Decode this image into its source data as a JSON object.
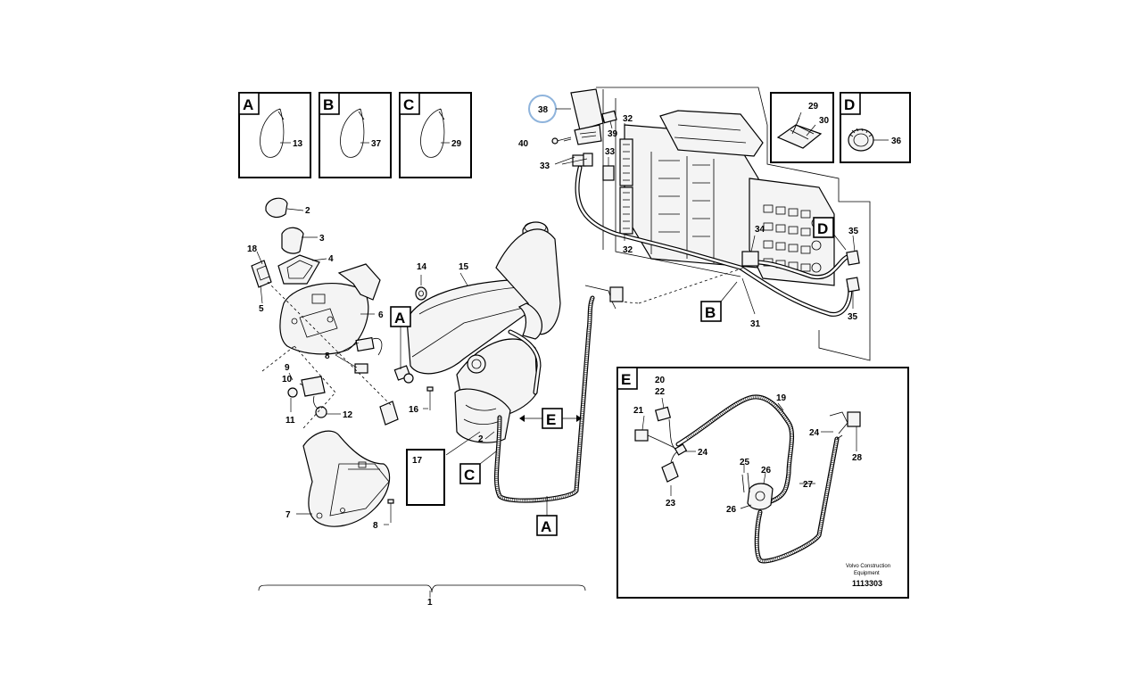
{
  "legend_boxes": {
    "A": {
      "letter": "A",
      "part": "13"
    },
    "B": {
      "letter": "B",
      "part": "37"
    },
    "C": {
      "letter": "C",
      "part": "29"
    },
    "D": {
      "letter": "D",
      "part": "36"
    },
    "detail_29_30": {
      "part_a": "29",
      "part_b": "30"
    }
  },
  "callouts": {
    "A1": "A",
    "A2": "A",
    "B": "B",
    "C": "C",
    "D": "D",
    "E": "E",
    "E_detail": "E"
  },
  "part_numbers": {
    "p1": "1",
    "p2": "2",
    "p2b": "2",
    "p3": "3",
    "p4": "4",
    "p5": "5",
    "p6": "6",
    "p7": "7",
    "p8a": "8",
    "p8b": "8",
    "p9": "9",
    "p10": "10",
    "p11": "11",
    "p12": "12",
    "p14": "14",
    "p15": "15",
    "p16": "16",
    "p17": "17",
    "p18": "18",
    "p19": "19",
    "p20": "20",
    "p21": "21",
    "p22": "22",
    "p23": "23",
    "p24a": "24",
    "p24b": "24",
    "p25": "25",
    "p26a": "26",
    "p26b": "26",
    "p27": "27",
    "p28": "28",
    "p31": "31",
    "p32a": "32",
    "p32b": "32",
    "p33a": "33",
    "p33b": "33",
    "p34": "34",
    "p35a": "35",
    "p35b": "35",
    "p38": "38",
    "p39": "39",
    "p40": "40"
  },
  "footer": {
    "brand_line1": "Volvo Construction",
    "brand_line2": "Equipment",
    "doc_number": "1113303"
  },
  "highlight_color": "#8fb4dc"
}
